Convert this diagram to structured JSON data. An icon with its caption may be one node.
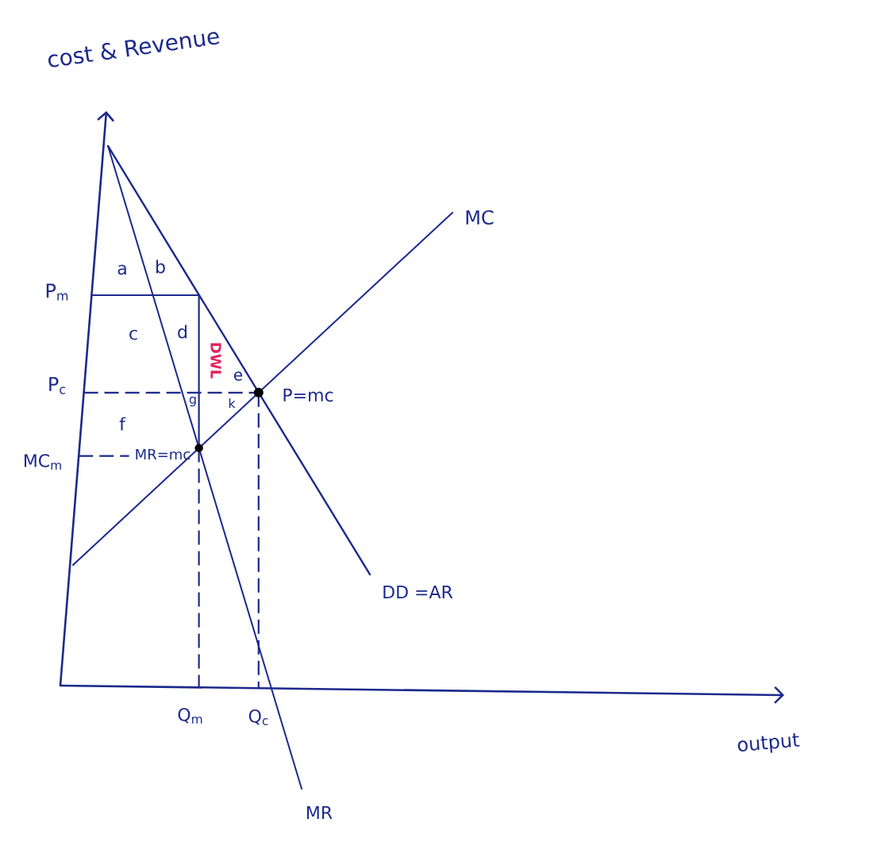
{
  "diagram": {
    "labels": [
      "cost & Revenue",
      "MC",
      "a",
      "b",
      "P$_{m}$",
      "c",
      "d",
      "DWL",
      "e",
      "P$_{c}$",
      "g",
      "k",
      "P=mc",
      "f",
      "MR=mc",
      "MC$_{m}$",
      "DD =AR",
      "Q$_{m}$",
      "Q$_{c}$",
      "output",
      "MR"
    ]
  }
}
